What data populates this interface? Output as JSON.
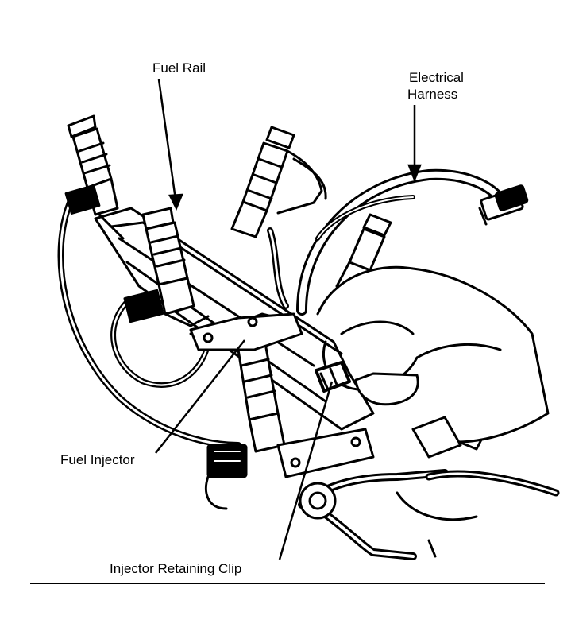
{
  "labels": {
    "fuel_rail": "Fuel Rail",
    "electrical_harness_line1": "Electrical",
    "electrical_harness_line2": "Harness",
    "fuel_injector": "Fuel Injector",
    "injector_retaining_clip": "Injector Retaining Clip"
  },
  "colors": {
    "ink": "#000000",
    "paper": "#ffffff"
  }
}
